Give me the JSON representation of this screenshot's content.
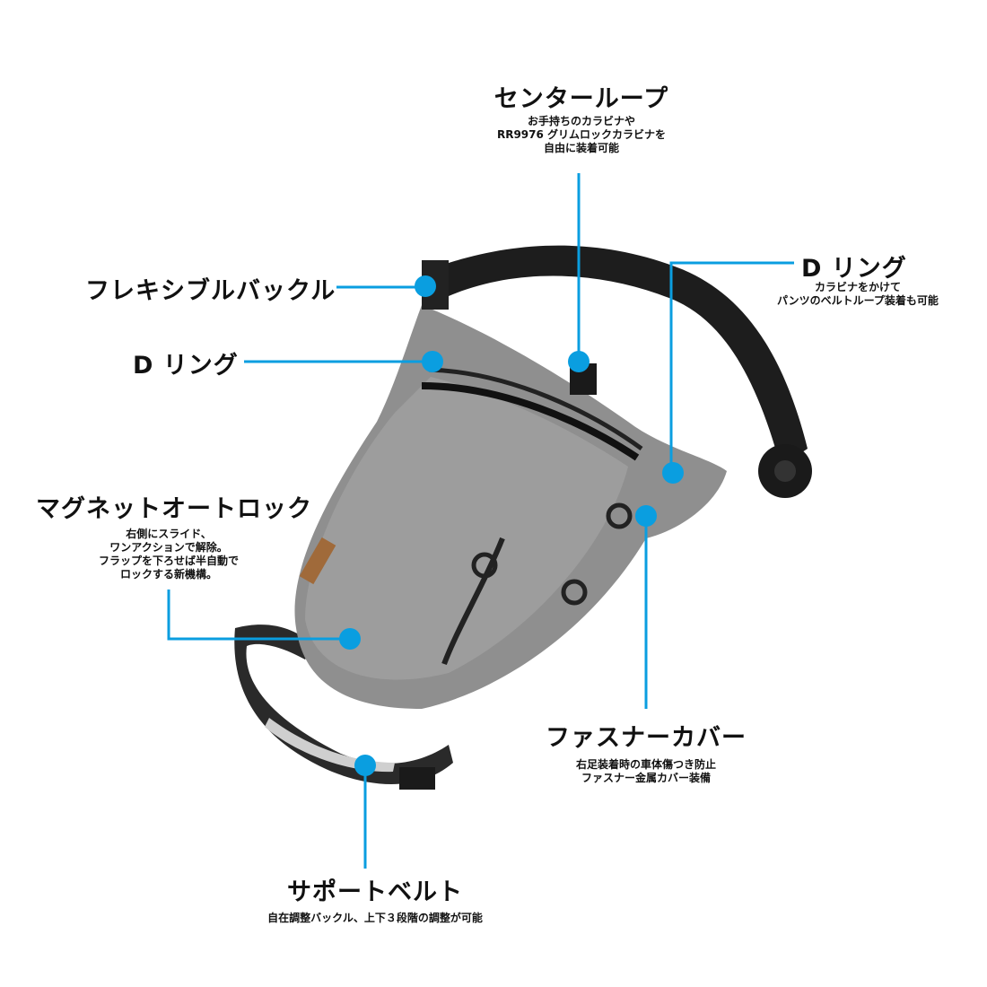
{
  "accent_color": "#0a9ee0",
  "callouts": {
    "center_loop": {
      "title": "センターループ",
      "lines": [
        "お手持ちのカラビナや",
        "RR9976 グリムロックカラビナを",
        "自由に装着可能"
      ]
    },
    "flexible_buckle": {
      "title": "フレキシブルバックル"
    },
    "d_ring_left": {
      "title": "D リング"
    },
    "d_ring_right": {
      "title": "D リング",
      "lines": [
        "カラビナをかけて",
        "パンツのベルトループ装着も可能"
      ]
    },
    "magnet_autolock": {
      "title": "マグネットオートロック",
      "lines": [
        "右側にスライド、",
        "ワンアクションで解除。",
        "フラップを下ろせば半自動で",
        "ロックする新機構。"
      ]
    },
    "fastener_cover": {
      "title": "ファスナーカバー",
      "lines": [
        "右足装着時の車体傷つき防止",
        "ファスナー金属カバー装備"
      ]
    },
    "support_belt": {
      "title": "サポートベルト",
      "lines": [
        "自在調整バックル、上下３段階の調整が可能"
      ]
    }
  }
}
